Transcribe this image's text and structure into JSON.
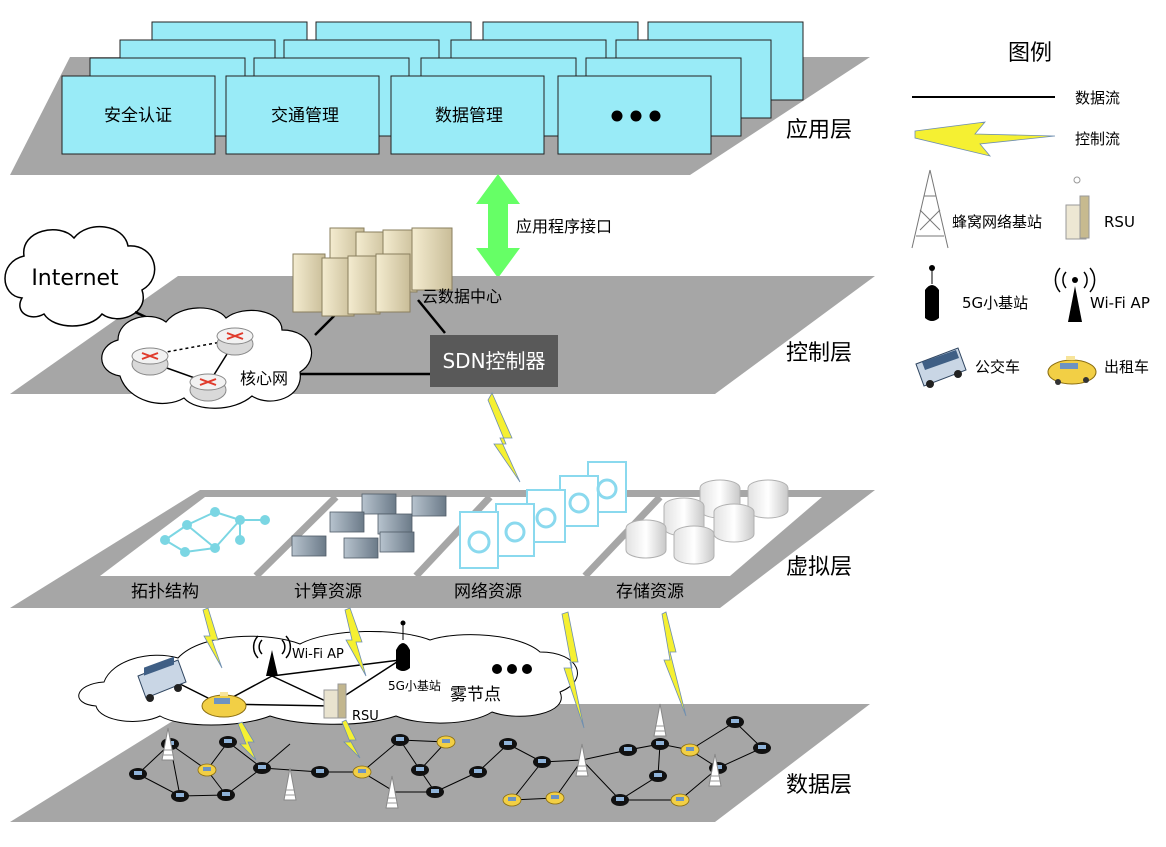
{
  "layers": {
    "application": "应用层",
    "control": "控制层",
    "virtual": "虚拟层",
    "data": "数据层"
  },
  "apps": [
    "安全认证",
    "交通管理",
    "数据管理"
  ],
  "api_label": "应用程序接口",
  "control": {
    "internet": "Internet",
    "core_network": "核心网",
    "cloud_dc": "云数据中心",
    "sdn": "SDN控制器"
  },
  "virtual": {
    "resources": [
      "拓扑结构",
      "计算资源",
      "网络资源",
      "存储资源"
    ]
  },
  "fog": {
    "wifi_ap": "Wi-Fi AP",
    "small_cell": "5G小基站",
    "rsu": "RSU",
    "fog_node": "雾节点"
  },
  "legend": {
    "title": "图例",
    "data_flow": "数据流",
    "control_flow": "控制流",
    "cell_tower": "蜂窝网络基站",
    "rsu": "RSU",
    "small_cell": "5G小基站",
    "wifi_ap": "Wi-Fi AP",
    "bus": "公交车",
    "taxi": "出租车"
  },
  "colors": {
    "plane": "#a6a6a6",
    "app_box": "#99ebf7",
    "api_arrow": "#66ff66",
    "sdn_box": "#595959",
    "bolt": "#f5f032"
  }
}
